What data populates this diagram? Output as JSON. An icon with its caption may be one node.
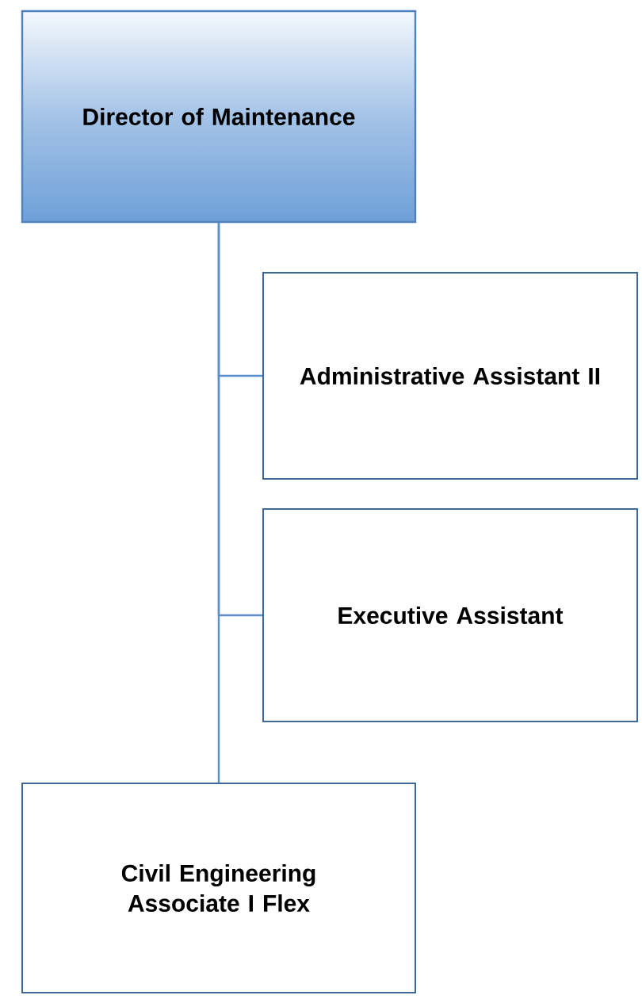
{
  "diagram": {
    "nodes": [
      {
        "text": [
          "Director of Maintenance"
        ]
      },
      {
        "text": [
          "Administrative Assistant II"
        ]
      },
      {
        "text": [
          "Executive Assistant"
        ]
      },
      {
        "text": [
          "Civil Engineering Associate I Flex"
        ]
      }
    ],
    "edges": [
      {
        "from": 0,
        "to": 1,
        "arrow": "none"
      },
      {
        "from": 0,
        "to": 2,
        "arrow": "none"
      },
      {
        "from": 0,
        "to": 3,
        "arrow": "none"
      }
    ]
  }
}
